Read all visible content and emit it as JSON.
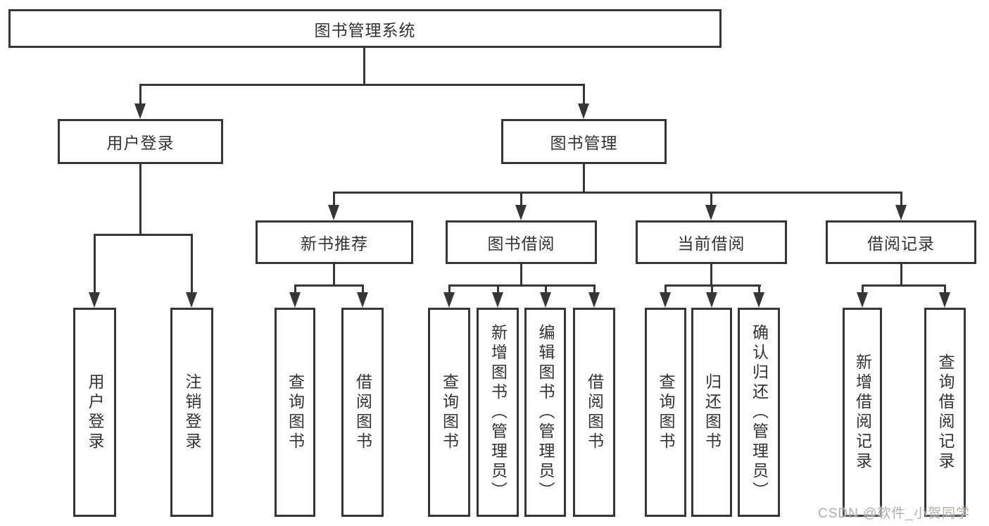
{
  "diagram_title": "图书管理系统",
  "tree": {
    "label": "图书管理系统",
    "children": [
      {
        "label": "用户登录",
        "children": [
          {
            "label": "用户登录"
          },
          {
            "label": "注销登录"
          }
        ]
      },
      {
        "label": "图书管理",
        "children": [
          {
            "label": "新书推荐",
            "children": [
              {
                "label": "查询图书"
              },
              {
                "label": "借阅图书"
              }
            ]
          },
          {
            "label": "图书借阅",
            "children": [
              {
                "label": "查询图书"
              },
              {
                "label": "新增图书（管理员）"
              },
              {
                "label": "编辑图书（管理员）"
              },
              {
                "label": "借阅图书"
              }
            ]
          },
          {
            "label": "当前借阅",
            "children": [
              {
                "label": "查询图书"
              },
              {
                "label": "归还图书"
              },
              {
                "label": "确认归还（管理员）"
              }
            ]
          },
          {
            "label": "借阅记录",
            "children": [
              {
                "label": "新增借阅记录"
              },
              {
                "label": "查询借阅记录"
              }
            ]
          }
        ]
      }
    ]
  },
  "watermark": "CSDN @软件_小贺同学",
  "colors": {
    "line": "#363636",
    "text": "#333333",
    "box_background": "#ffffff",
    "page_background": "#ffffff",
    "watermark": "#b5acac"
  }
}
